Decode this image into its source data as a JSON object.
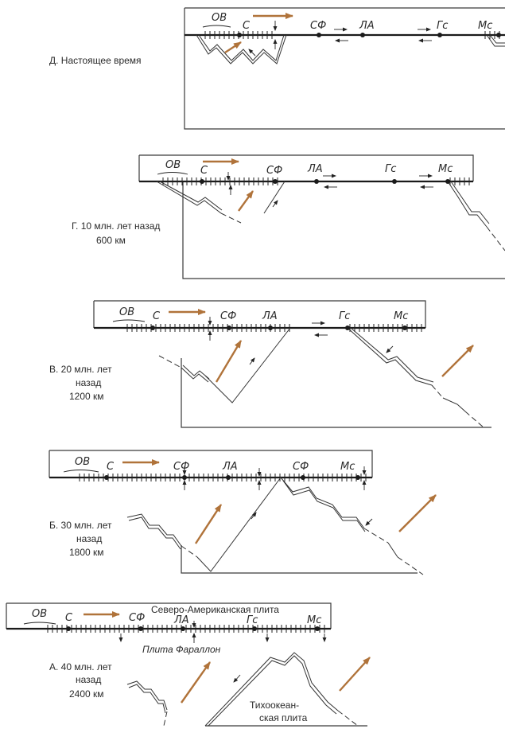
{
  "panels": {
    "d": {
      "caption": [
        "Д. Настоящее время"
      ],
      "labels": {
        "ov": "ОВ",
        "s": "С",
        "sf": "СФ",
        "la": "ЛА",
        "gs": "Гс",
        "ms": "Мс"
      }
    },
    "g": {
      "caption": [
        "Г. 10 млн. лет назад",
        "600 км"
      ],
      "labels": {
        "ov": "ОВ",
        "s": "С",
        "sf": "СФ",
        "la": "ЛА",
        "gs": "Гс",
        "ms": "Мс"
      }
    },
    "v": {
      "caption": [
        "В. 20 млн. лет",
        "назад",
        "1200 км"
      ],
      "labels": {
        "ov": "ОВ",
        "s": "С",
        "sf": "СФ",
        "la": "ЛА",
        "gs": "Гс",
        "ms": "Мс"
      }
    },
    "b": {
      "caption": [
        "Б. 30 млн. лет",
        "назад",
        "1800 км"
      ],
      "labels": {
        "ov": "ОВ",
        "s": "С",
        "sf": "СФ",
        "la": "ЛА",
        "sf2": "СФ",
        "ms": "Мс"
      }
    },
    "a": {
      "caption": [
        "А. 40 млн. лет",
        "назад",
        "2400 км"
      ],
      "labels": {
        "ov": "ОВ",
        "s": "С",
        "sf": "СФ",
        "la": "ЛА",
        "gs": "Гс",
        "ms": "Мс"
      },
      "plate_names": {
        "north_american": "Северо-Американская плита",
        "farallon": "Плита Фараллон",
        "pacific": [
          "Тихоокеан-",
          "ская плита"
        ]
      }
    }
  },
  "colors": {
    "arrow": "#b0733a",
    "ink": "#1a1a1a"
  }
}
